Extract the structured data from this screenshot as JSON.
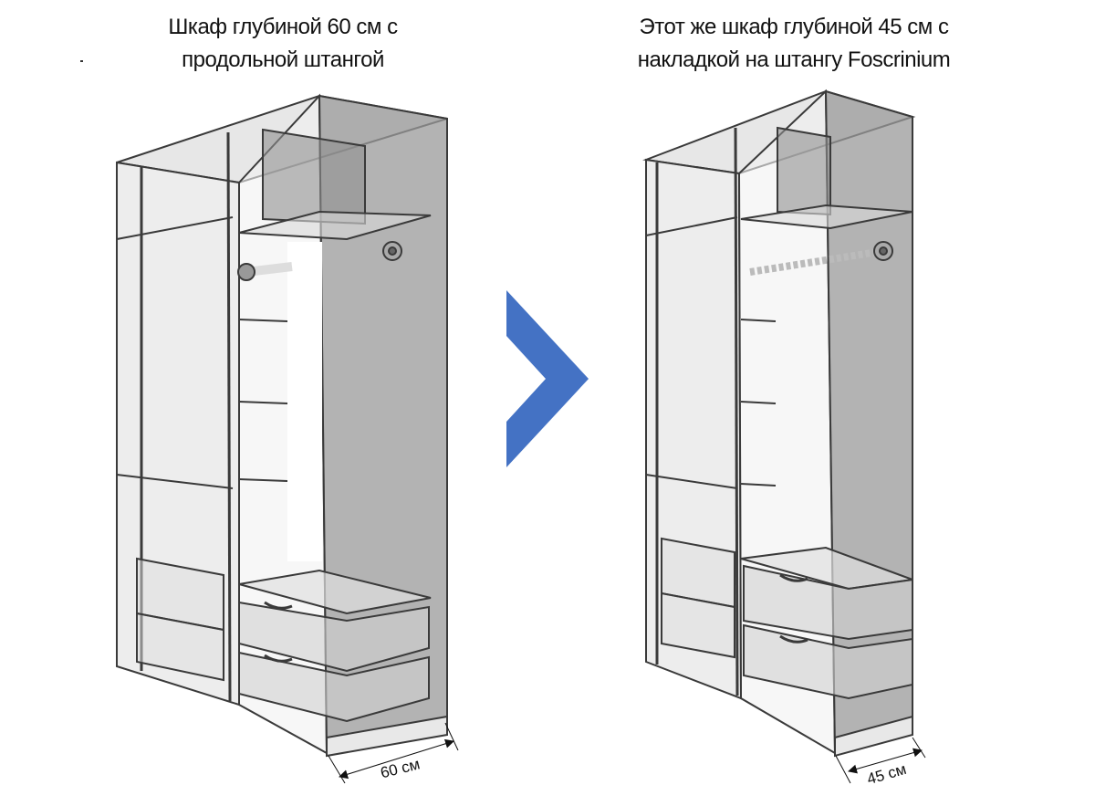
{
  "left_panel": {
    "title_line1": "Шкаф глубиной 60 см с",
    "title_line2": "продольной штангой",
    "dimension_label": "60 см"
  },
  "right_panel": {
    "title_line1": "Этот же шкаф глубиной 45 см с",
    "title_line2": "накладкой на штангу Foscrinium",
    "dimension_label": "45 см"
  },
  "colors": {
    "arrow": "#4472C4",
    "panel": "#9a9a9a",
    "frame": "#3a3a3a"
  }
}
